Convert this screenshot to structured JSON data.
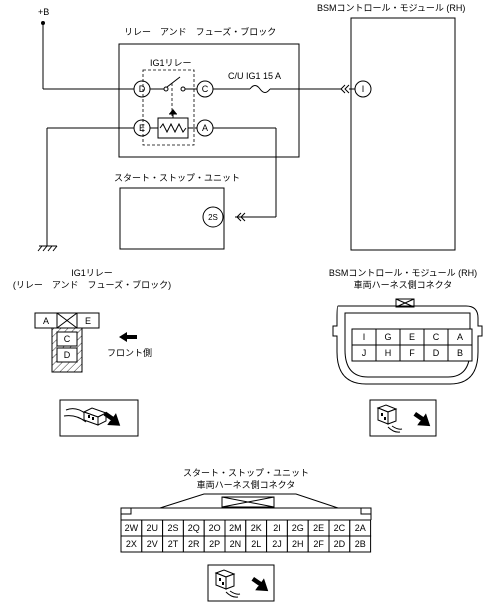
{
  "power": {
    "label": "+B"
  },
  "relay_block": {
    "title": "リレー　アンド　フューズ・ブロック"
  },
  "relay": {
    "label": "IG1リレー"
  },
  "terminals": {
    "d": "D",
    "c": "C",
    "e": "E",
    "a": "A",
    "i": "I",
    "two_s": "2S"
  },
  "fuse": {
    "label": "C/U IG1 15 A"
  },
  "bsm_module": {
    "title": "BSMコントロール・モジュール (RH)"
  },
  "start_stop_unit": {
    "title": "スタート・ストップ・ユニット"
  },
  "ig1_relay_connector": {
    "title_line1": "IG1リレー",
    "title_line2": "(リレー　アンド　フューズ・ブロック)",
    "front_label": "フロント側",
    "pins": {
      "a": "A",
      "e": "E",
      "c": "C",
      "d": "D"
    }
  },
  "bsm_connector": {
    "title_line1": "BSMコントロール・モジュール (RH)",
    "title_line2": "車両ハーネス側コネクタ",
    "row1": [
      "I",
      "G",
      "E",
      "C",
      "A"
    ],
    "row2": [
      "J",
      "H",
      "F",
      "D",
      "B"
    ]
  },
  "ssu_connector": {
    "title_line1": "スタート・ストップ・ユニット",
    "title_line2": "車両ハーネス側コネクタ",
    "row1": [
      "2W",
      "2U",
      "2S",
      "2Q",
      "2O",
      "2M",
      "2K",
      "2I",
      "2G",
      "2E",
      "2C",
      "2A"
    ],
    "row2": [
      "2X",
      "2V",
      "2T",
      "2R",
      "2P",
      "2N",
      "2L",
      "2J",
      "2H",
      "2F",
      "2D",
      "2B"
    ]
  }
}
